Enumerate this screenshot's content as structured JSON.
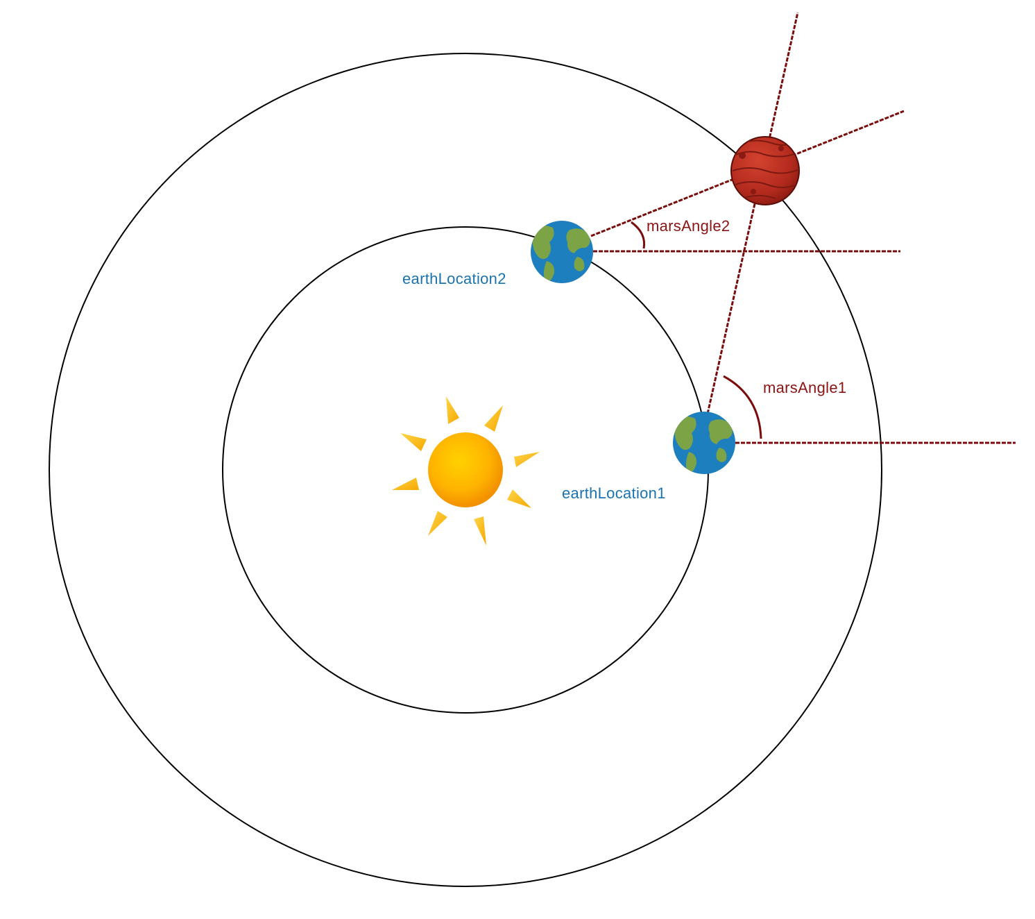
{
  "labels": {
    "earth_location_1": "earthLocation1",
    "earth_location_2": "earthLocation2",
    "mars_angle_1": "marsAngle1",
    "mars_angle_2": "marsAngle2"
  },
  "colors": {
    "orbit": "#000000",
    "sight_line": "#7a0c0c",
    "earth_label": "#1a73b0",
    "angle_label": "#8a1414",
    "sun_core": "#ffc400",
    "sun_ray": "#ffc107",
    "mars": "#b8291f",
    "earth_ocean": "#1e7fbf",
    "earth_land": "#7da347"
  },
  "icons": {
    "sun": "sun-icon",
    "earth": "earth-icon",
    "mars": "mars-icon"
  }
}
